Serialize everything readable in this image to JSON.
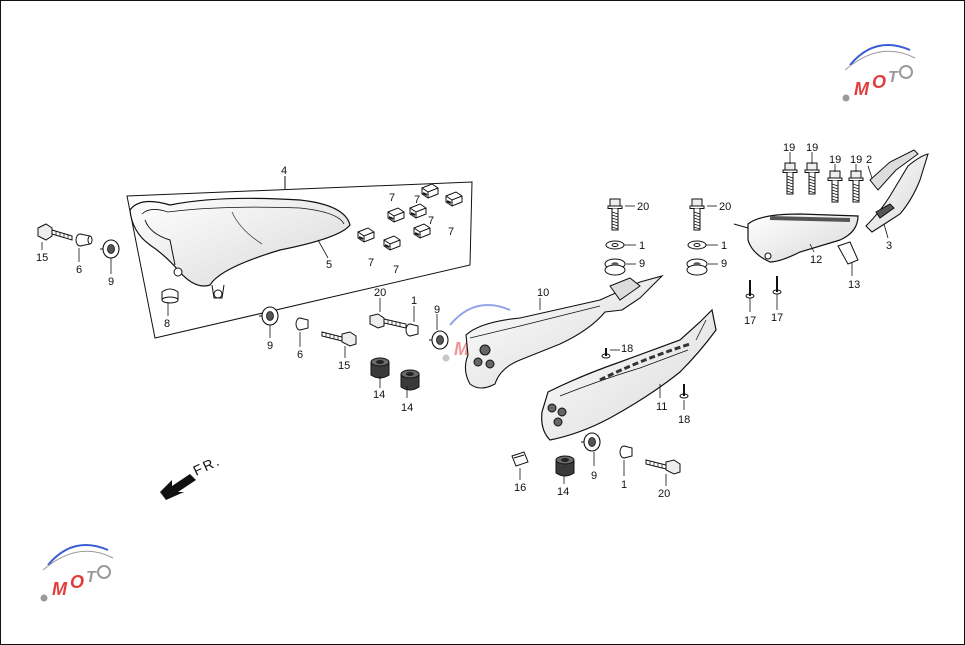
{
  "diagram": {
    "labels": {
      "l1a": "1",
      "l1b": "1",
      "l1c": "1",
      "l1d": "1",
      "l2": "2",
      "l3": "3",
      "l4": "4",
      "l5": "5",
      "l6a": "6",
      "l6b": "6",
      "l7a": "7",
      "l7b": "7",
      "l7c": "7",
      "l7d": "7",
      "l7e": "7",
      "l7f": "7",
      "l8": "8",
      "l9a": "9",
      "l9b": "9",
      "l9c": "9",
      "l9d": "9",
      "l9e": "9",
      "l9f": "9",
      "l10": "10",
      "l11": "11",
      "l12": "12",
      "l13": "13",
      "l14a": "14",
      "l14b": "14",
      "l14c": "14",
      "l15a": "15",
      "l15b": "15",
      "l16": "16",
      "l17a": "17",
      "l17b": "17",
      "l18a": "18",
      "l18b": "18",
      "l19a": "19",
      "l19b": "19",
      "l19c": "19",
      "l19d": "19",
      "l20a": "20",
      "l20b": "20",
      "l20c": "20",
      "l20d": "20"
    },
    "direction": "FR.",
    "watermark": "MOTO",
    "colors": {
      "ink": "#111111",
      "background": "#ffffff",
      "wm_blue": "#3b5bd6",
      "wm_red": "#e23b3b",
      "wm_gray": "#9a9a9a"
    }
  }
}
